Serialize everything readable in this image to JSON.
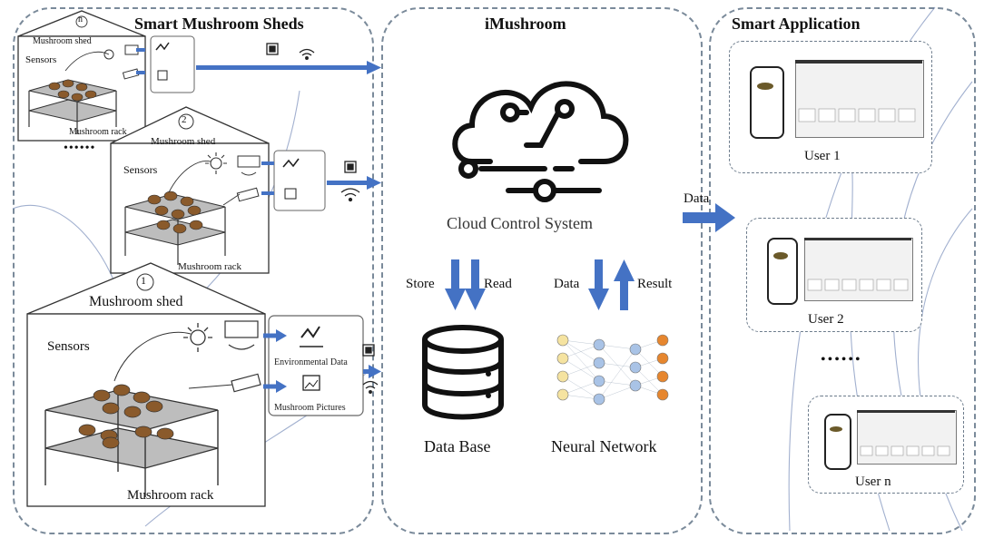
{
  "panels": {
    "sheds": "Smart Mushroom Sheds",
    "cloud": "iMushroom",
    "app": "Smart Application"
  },
  "sheds": {
    "shed_label": "Mushroom shed",
    "sensors_label": "Sensors",
    "rack_label": "Mushroom rack",
    "env_data": "Environmental Data",
    "pictures": "Mushroom Pictures",
    "numbers": [
      "1",
      "2",
      "n"
    ],
    "ellipsis": "••••••"
  },
  "cloud": {
    "system": "Cloud Control System",
    "store": "Store",
    "read": "Read",
    "data": "Data",
    "result": "Result",
    "database": "Data Base",
    "network": "Neural Network"
  },
  "app": {
    "data_arrow": "Data",
    "users": [
      "User 1",
      "User 2",
      "User n"
    ],
    "ellipsis": "••••••"
  },
  "colors": {
    "arrow": "#4472c4",
    "border": "#7a8a9a",
    "nn_yellow": "#f5e3a0",
    "nn_blue": "#a9c3e6",
    "nn_orange": "#e6862e"
  }
}
